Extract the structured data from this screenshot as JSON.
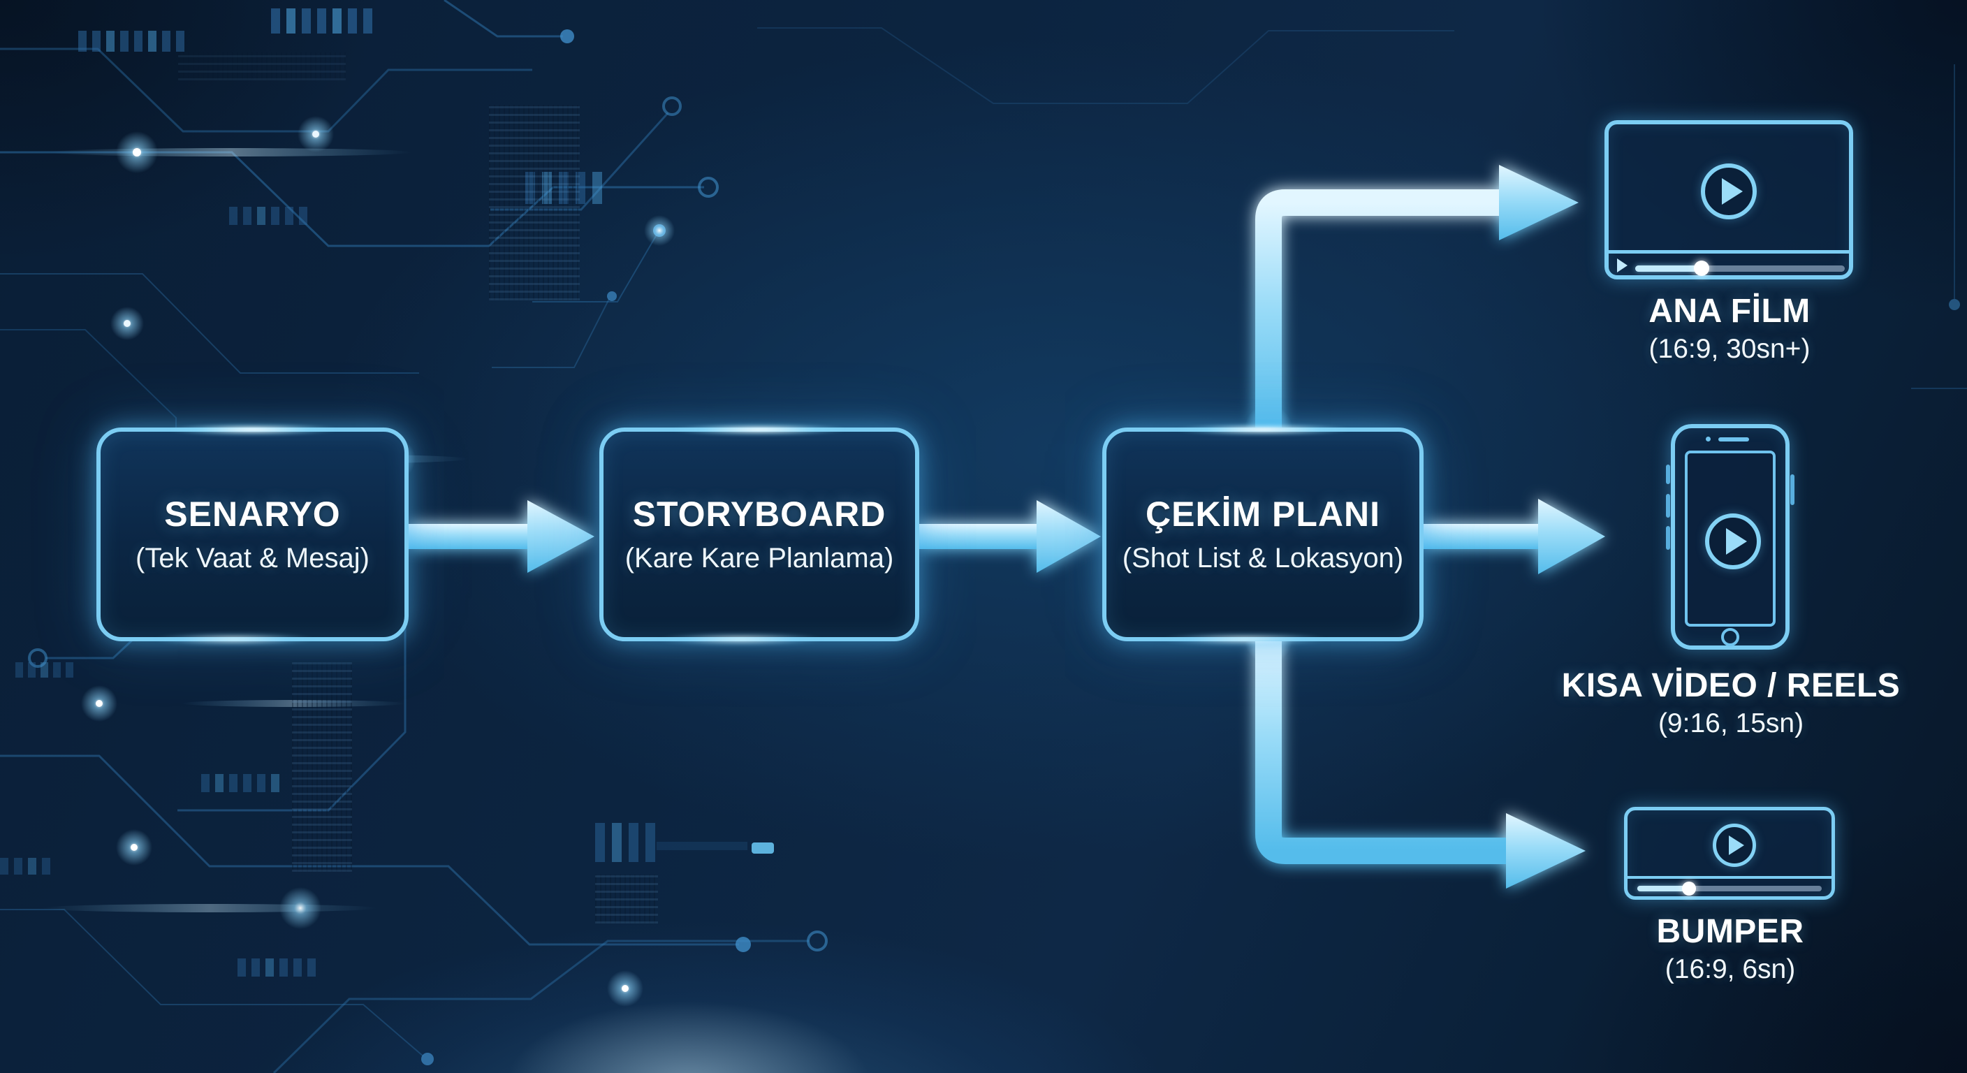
{
  "flow": {
    "stages": [
      {
        "title": "SENARYO",
        "subtitle": "(Tek Vaat & Mesaj)"
      },
      {
        "title": "STORYBOARD",
        "subtitle": "(Kare Kare Planlama)"
      },
      {
        "title": "ÇEKİM PLANI",
        "subtitle": "(Shot List & Lokasyon)"
      }
    ],
    "outputs": [
      {
        "title": "ANA FİLM",
        "subtitle": "(16:9, 30sn+)",
        "device": "video-player"
      },
      {
        "title": "KISA VİDEO / REELS",
        "subtitle": "(9:16, 15sn)",
        "device": "smartphone"
      },
      {
        "title": "BUMPER",
        "subtitle": "(16:9, 6sn)",
        "device": "video-player-small"
      }
    ],
    "connectors": [
      "senaryo-to-storyboard",
      "storyboard-to-cekim-plani",
      "cekim-plani-to-ana-film",
      "cekim-plani-to-kisa-video",
      "cekim-plani-to-bumper"
    ],
    "colors": {
      "background": "#0a2038",
      "accent": "#7ccdf3",
      "accent_bright": "#dff4ff",
      "arrow": "#9bdcf8",
      "text": "#ffffff",
      "trace": "#3077b2"
    }
  }
}
